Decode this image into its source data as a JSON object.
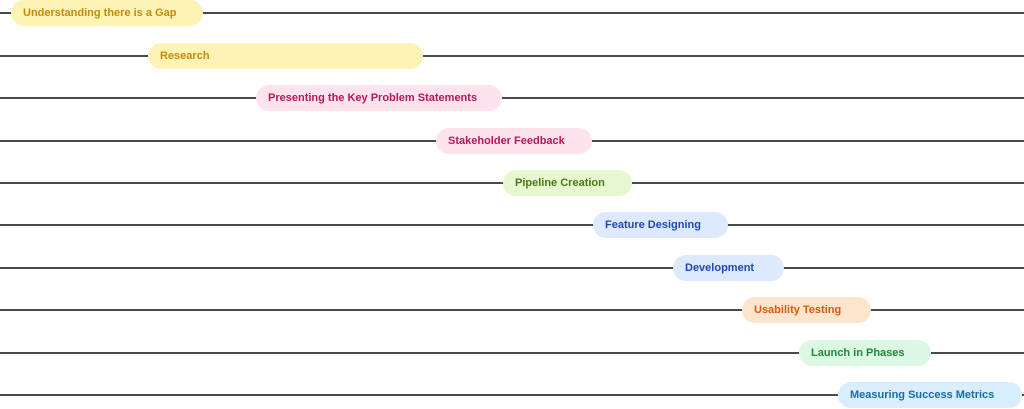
{
  "phases": [
    {
      "label": "Understanding there is a Gap",
      "bg": "#fdf3b4",
      "color": "#c48a0c"
    },
    {
      "label": "Research",
      "bg": "#fdf3b4",
      "color": "#c48a0c"
    },
    {
      "label": "Presenting the Key Problem Statements",
      "bg": "#fde3ee",
      "color": "#b5175a"
    },
    {
      "label": "Stakeholder Feedback",
      "bg": "#fde3ee",
      "color": "#b5175a"
    },
    {
      "label": "Pipeline Creation",
      "bg": "#e6f8cf",
      "color": "#4a7a12"
    },
    {
      "label": "Feature Designing",
      "bg": "#dde9fc",
      "color": "#1e48b8"
    },
    {
      "label": "Development",
      "bg": "#dde9fc",
      "color": "#1e48b8"
    },
    {
      "label": "Usability Testing",
      "bg": "#fde4cc",
      "color": "#d85a10"
    },
    {
      "label": "Launch in Phases",
      "bg": "#dcf8e2",
      "color": "#1c8a3c"
    },
    {
      "label": "Measuring Success Metrics",
      "bg": "#d9eefc",
      "color": "#1a6aa8"
    }
  ]
}
